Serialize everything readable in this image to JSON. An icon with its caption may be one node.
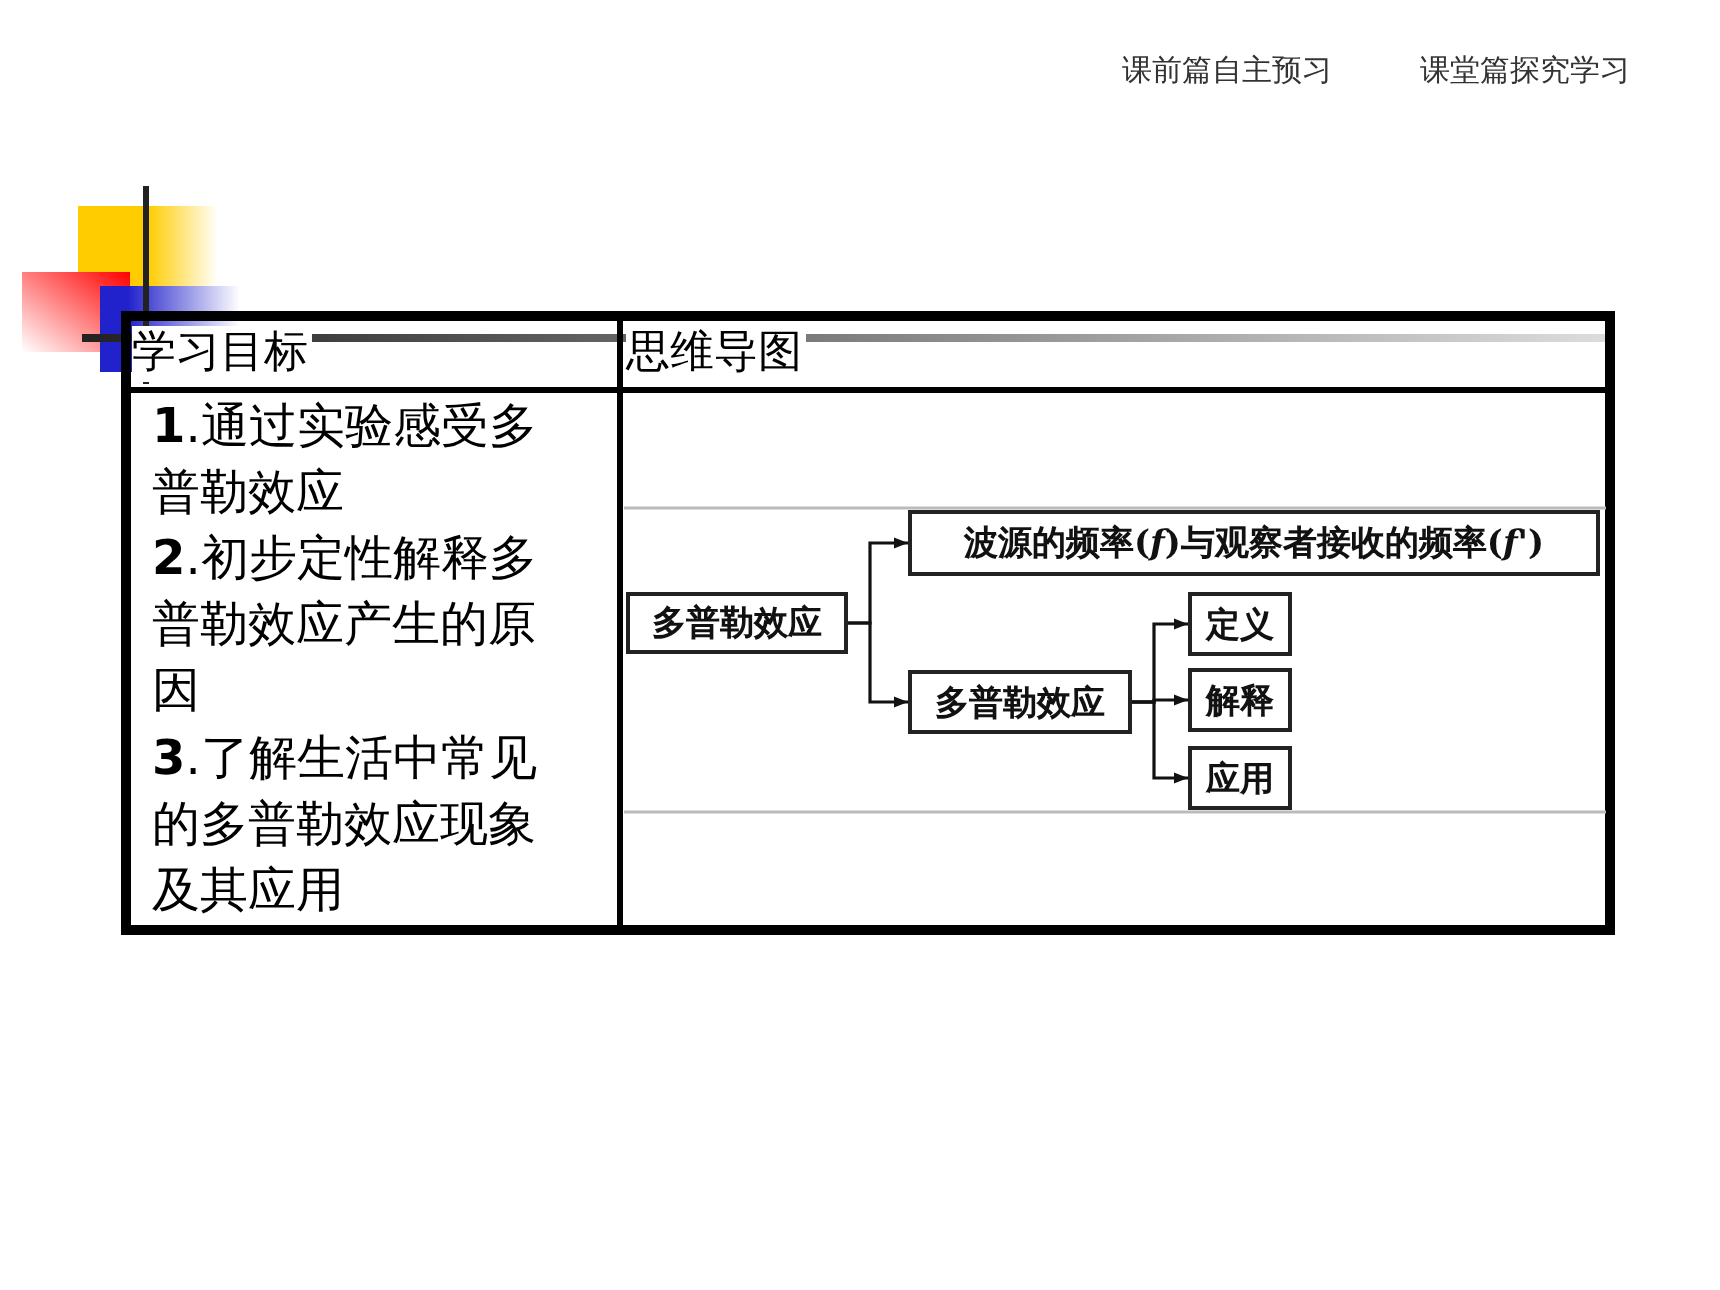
{
  "diagram": {
    "nodes": [
      {
        "text": [
          "多普勒效应"
        ]
      },
      {
        "text": [
          "波源的频率(*f*)与观察者接收的频率(*f'*)"
        ]
      },
      {
        "text": [
          "多普勒效应"
        ]
      },
      {
        "text": [
          "定义"
        ]
      },
      {
        "text": [
          "解释"
        ]
      },
      {
        "text": [
          "应用"
        ]
      }
    ],
    "edges": [
      {
        "from": 0,
        "to": 1,
        "arrow": "to"
      },
      {
        "from": 0,
        "to": 2,
        "arrow": "to"
      },
      {
        "from": 2,
        "to": 3,
        "arrow": "to"
      },
      {
        "from": 2,
        "to": 4,
        "arrow": "to"
      },
      {
        "from": 2,
        "to": 5,
        "arrow": "to"
      }
    ],
    "labels": [
      "课前篇自主预习",
      "课堂篇探究学习",
      "学习目标",
      "思维导图",
      "**1**.通过实验感受多普勒效应",
      "**2**.初步定性解释多普勒效应产生的原因",
      "**3**.了解生活中常见的多普勒效应现象及其应用"
    ]
  }
}
